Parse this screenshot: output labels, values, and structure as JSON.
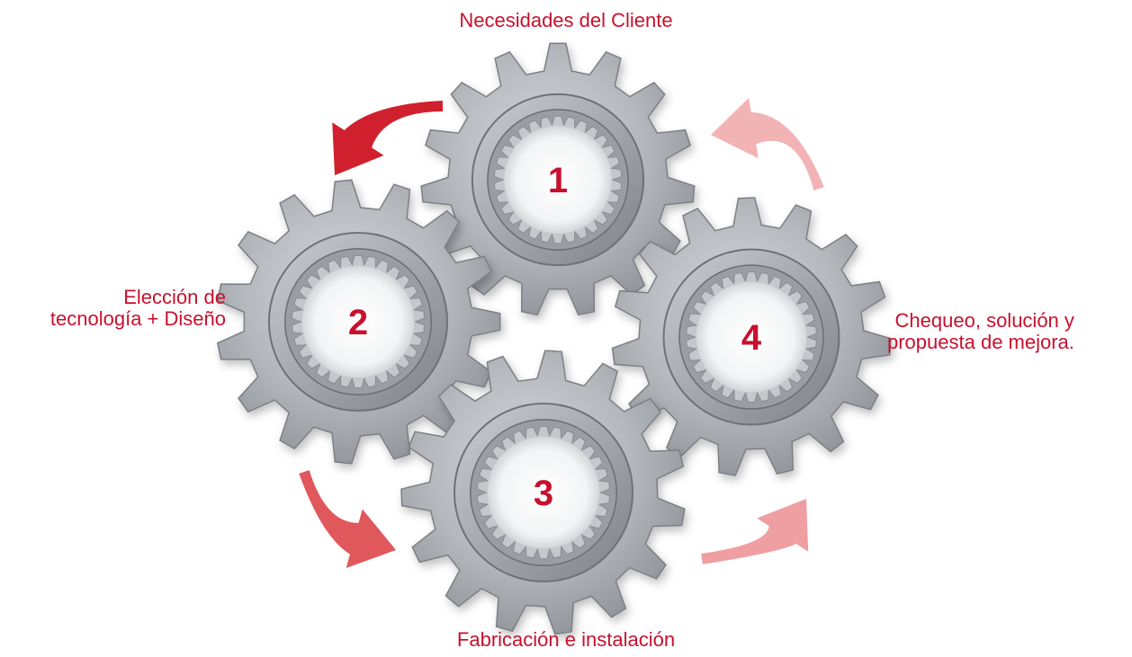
{
  "accent_color": "#c8102e",
  "labels": {
    "step1": "Necesidades del Cliente",
    "step2_line1": "Elección de",
    "step2_line2": "tecnología + Diseño",
    "step3": "Fabricación e instalación",
    "step4_line1": "Chequeo, solución y",
    "step4_line2": "propuesta de mejora."
  },
  "gears": [
    {
      "number": "1",
      "icon": "gear-icon"
    },
    {
      "number": "2",
      "icon": "gear-icon"
    },
    {
      "number": "3",
      "icon": "gear-icon"
    },
    {
      "number": "4",
      "icon": "gear-icon"
    }
  ],
  "arrows": [
    {
      "from": "1",
      "to": "2",
      "icon": "curved-arrow-icon",
      "color": "#d0202e"
    },
    {
      "from": "2",
      "to": "3",
      "icon": "curved-arrow-icon",
      "color": "#e0575c"
    },
    {
      "from": "3",
      "to": "4",
      "icon": "curved-arrow-icon",
      "color": "#ef9ea1"
    },
    {
      "from": "4",
      "to": "1",
      "icon": "curved-arrow-icon",
      "color": "#f2b3b5"
    }
  ]
}
